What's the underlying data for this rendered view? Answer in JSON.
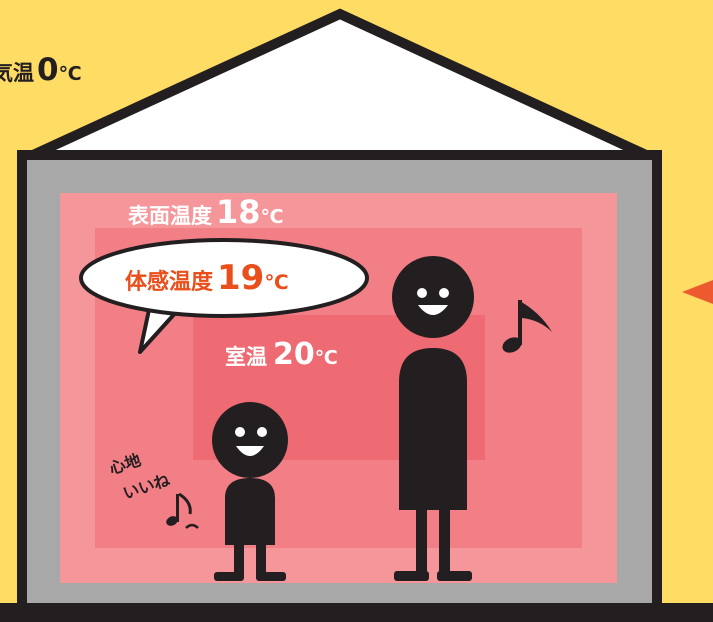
{
  "outside": {
    "label": "気温",
    "value": "0",
    "unit": "℃"
  },
  "surface": {
    "label": "表面温度",
    "value": "18",
    "unit": "℃"
  },
  "felt": {
    "label": "体感温度",
    "value": "19",
    "unit": "℃"
  },
  "room": {
    "label": "室温",
    "value": "20",
    "unit": "℃"
  },
  "child_speech": {
    "line1": "心地",
    "line2": "いいね"
  },
  "colors": {
    "background": "#FFDC64",
    "wall": "#A8A8A8",
    "outline": "#231F20",
    "zone_outer": "#F5969A",
    "zone_mid": "#F27F86",
    "zone_inner": "#EF6B74",
    "accent": "#E94E1B",
    "arrow": "#EE5A30"
  },
  "icons": [
    "music-note-icon",
    "arrow-left-icon"
  ]
}
